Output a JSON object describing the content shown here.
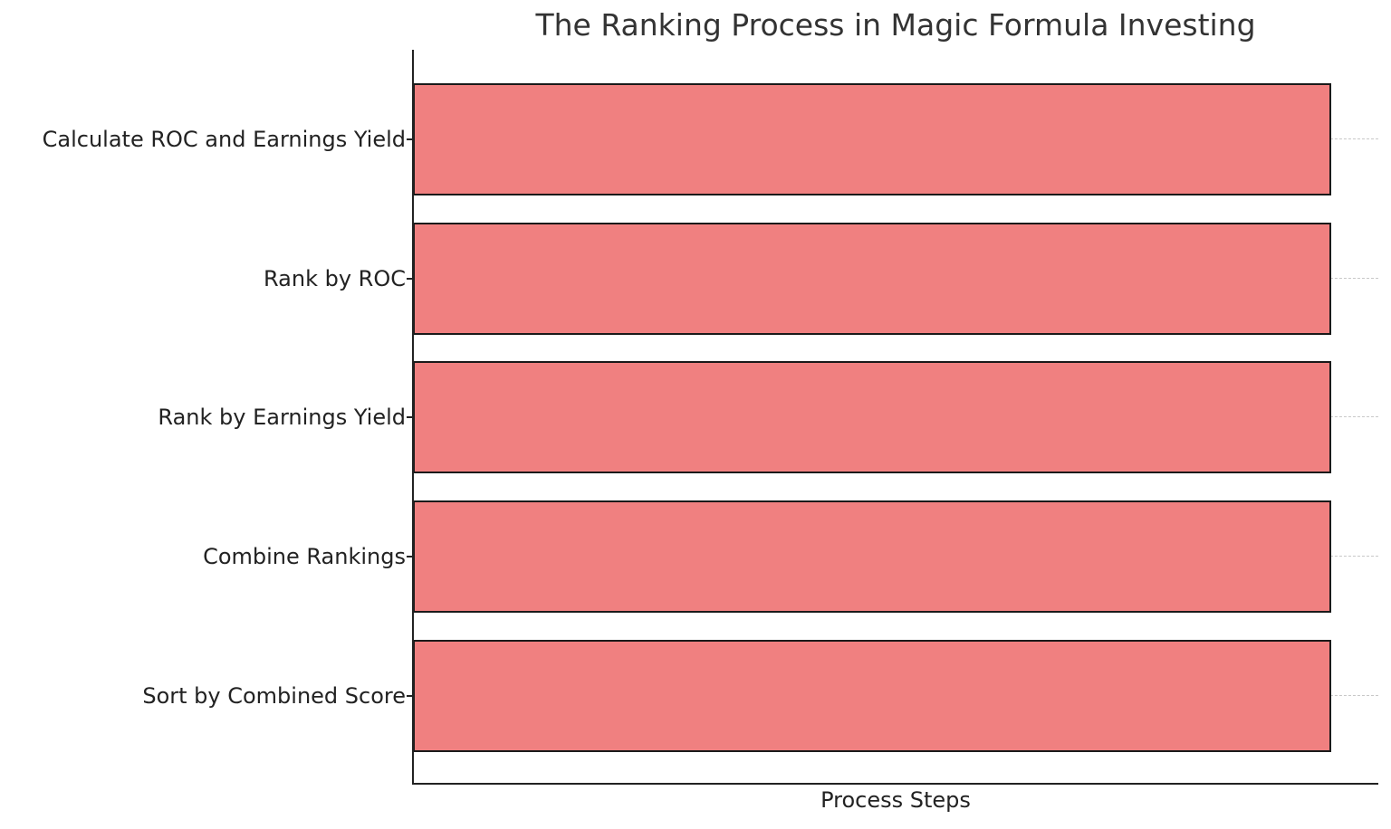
{
  "chart_data": {
    "type": "bar",
    "orientation": "horizontal",
    "title": "The Ranking Process in Magic Formula Investing",
    "xlabel": "Process Steps",
    "ylabel": "",
    "categories": [
      "Calculate ROC and Earnings Yield",
      "Rank by ROC",
      "Rank by Earnings Yield",
      "Combine Rankings",
      "Sort by Combined Score"
    ],
    "values": [
      1,
      1,
      1,
      1,
      1
    ],
    "xlim": [
      0,
      1.05
    ],
    "x_ticks_visible": false,
    "grid": {
      "axis": "y",
      "style": "dashed",
      "color": "#c8c8c8"
    },
    "bar_color": "#f08080",
    "bar_edge_color": "#1a1a1a",
    "legend": null
  }
}
